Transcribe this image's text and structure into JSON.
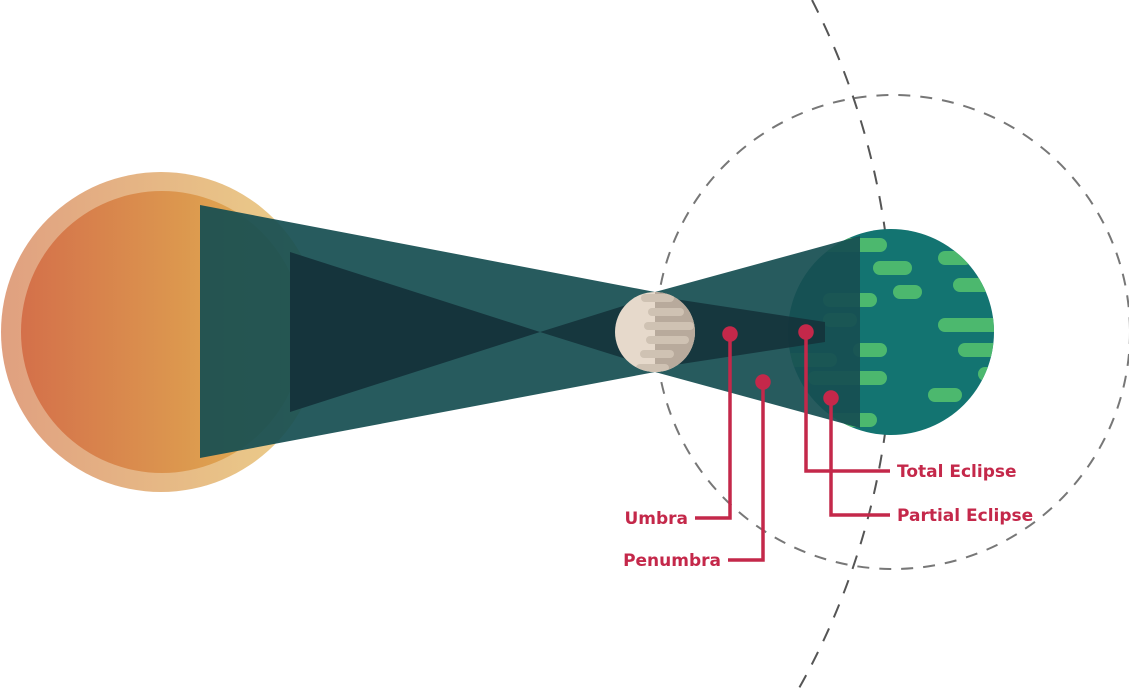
{
  "labels": {
    "umbra": "Umbra",
    "penumbra": "Penumbra",
    "total_eclipse": "Total Eclipse",
    "partial_eclipse": "Partial Eclipse"
  },
  "colors": {
    "label": "#c4284a",
    "penumbra": "#174f52",
    "umbra": "#15343c",
    "earth": "#137471",
    "earth_land": "#4cb86e",
    "moon": "#e6d9cb",
    "sun_start": "#d4704a",
    "sun_end": "#e2b552",
    "orbit": "#777777"
  }
}
